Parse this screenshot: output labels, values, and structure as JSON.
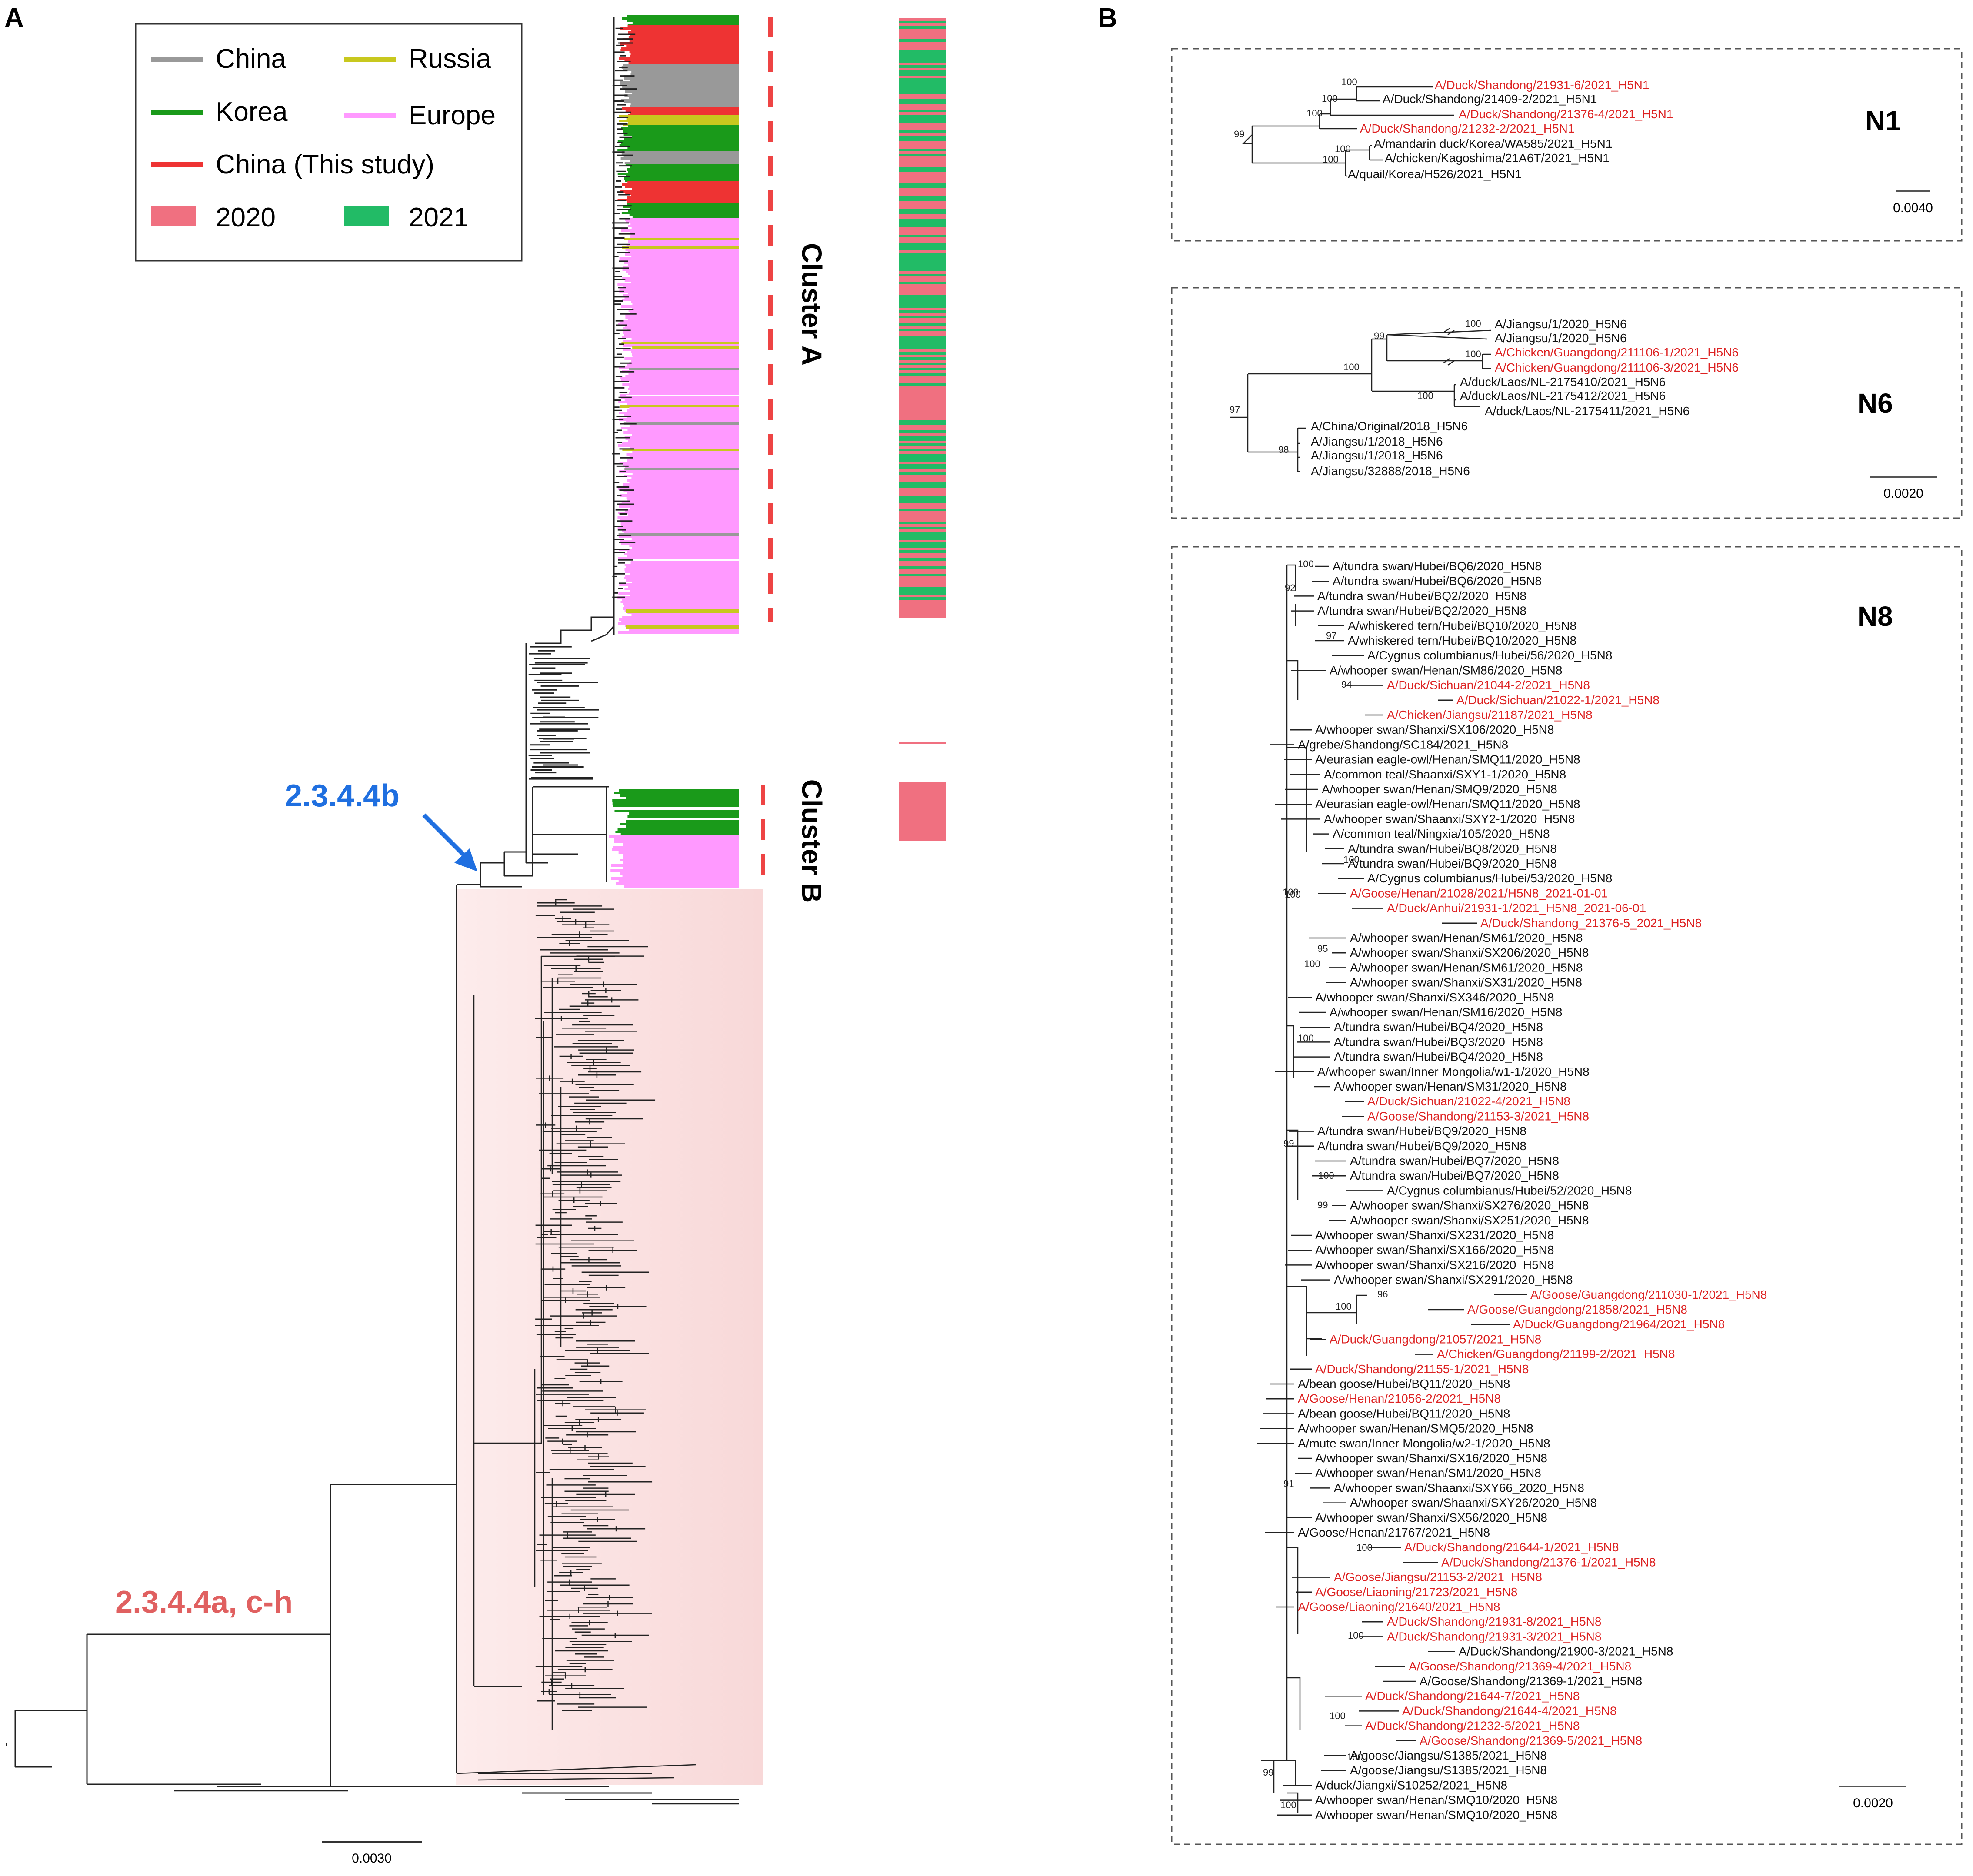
{
  "panel_a": {
    "letter": "A",
    "legend": {
      "items": [
        {
          "label": "China",
          "color": "#999999",
          "kind": "line"
        },
        {
          "label": "Russia",
          "color": "#c8c81e",
          "kind": "line"
        },
        {
          "label": "Korea",
          "color": "#1a9a1a",
          "kind": "line"
        },
        {
          "label": "Europe",
          "color": "#ff99ff",
          "kind": "line"
        },
        {
          "label": "China (This study)",
          "color": "#ee3333",
          "kind": "line"
        },
        {
          "label": "2020",
          "color": "#f07080",
          "kind": "box"
        },
        {
          "label": "2021",
          "color": "#22bb66",
          "kind": "box"
        }
      ]
    },
    "cluster_a_label": "Cluster A",
    "cluster_b_label": "Cluster B",
    "clade_b_label": "2.3.4.4b",
    "clade_b_color": "#1f6fe0",
    "clade_other_label": "2.3.4.4a, c-h",
    "clade_other_color": "#e06060",
    "scale_label": "0.0030"
  },
  "panel_b": {
    "letter": "B",
    "red": "#dd2222",
    "n1": {
      "title": "N1",
      "scale_label": "0.0040",
      "taxa": [
        {
          "name": "A/Duck/Shandong/21931-6/2021_H5N1",
          "red": true
        },
        {
          "name": "A/Duck/Shandong/21409-2/2021_H5N1",
          "red": false
        },
        {
          "name": "A/Duck/Shandong/21376-4/2021_H5N1",
          "red": true
        },
        {
          "name": "A/Duck/Shandong/21232-2/2021_H5N1",
          "red": true
        },
        {
          "name": "A/mandarin duck/Korea/WA585/2021_H5N1",
          "red": false
        },
        {
          "name": "A/chicken/Kagoshima/21A6T/2021_H5N1",
          "red": false
        },
        {
          "name": "A/quail/Korea/H526/2021_H5N1",
          "red": false
        }
      ],
      "bootstraps": [
        "100",
        "100",
        "100",
        "99",
        "100",
        "100"
      ]
    },
    "n6": {
      "title": "N6",
      "scale_label": "0.0020",
      "taxa": [
        {
          "name": "A/Jiangsu/1/2020_H5N6",
          "red": false
        },
        {
          "name": "A/Jiangsu/1/2020_H5N6",
          "red": false
        },
        {
          "name": "A/Chicken/Guangdong/211106-1/2021_H5N6",
          "red": true
        },
        {
          "name": "A/Chicken/Guangdong/211106-3/2021_H5N6",
          "red": true
        },
        {
          "name": "A/duck/Laos/NL-2175410/2021_H5N6",
          "red": false
        },
        {
          "name": "A/duck/Laos/NL-2175412/2021_H5N6",
          "red": false
        },
        {
          "name": "A/duck/Laos/NL-2175411/2021_H5N6",
          "red": false
        },
        {
          "name": "A/China/Original/2018_H5N6",
          "red": false
        },
        {
          "name": "A/Jiangsu/1/2018_H5N6",
          "red": false
        },
        {
          "name": "A/Jiangsu/1/2018_H5N6",
          "red": false
        },
        {
          "name": "A/Jiangsu/32888/2018_H5N6",
          "red": false
        }
      ],
      "bootstraps": [
        "100",
        "99",
        "100",
        "100",
        "100",
        "97",
        "98"
      ]
    },
    "n8": {
      "title": "N8",
      "scale_label": "0.0020",
      "taxa": [
        {
          "name": "A/tundra swan/Hubei/BQ6/2020_H5N8",
          "red": false
        },
        {
          "name": "A/tundra swan/Hubei/BQ6/2020_H5N8",
          "red": false
        },
        {
          "name": "A/tundra swan/Hubei/BQ2/2020_H5N8",
          "red": false
        },
        {
          "name": "A/tundra swan/Hubei/BQ2/2020_H5N8",
          "red": false
        },
        {
          "name": "A/whiskered tern/Hubei/BQ10/2020_H5N8",
          "red": false
        },
        {
          "name": "A/whiskered tern/Hubei/BQ10/2020_H5N8",
          "red": false
        },
        {
          "name": "A/Cygnus columbianus/Hubei/56/2020_H5N8",
          "red": false
        },
        {
          "name": "A/whooper swan/Henan/SM86/2020_H5N8",
          "red": false
        },
        {
          "name": "A/Duck/Sichuan/21044-2/2021_H5N8",
          "red": true
        },
        {
          "name": "A/Duck/Sichuan/21022-1/2021_H5N8",
          "red": true
        },
        {
          "name": "A/Chicken/Jiangsu/21187/2021_H5N8",
          "red": true
        },
        {
          "name": "A/whooper swan/Shanxi/SX106/2020_H5N8",
          "red": false
        },
        {
          "name": "A/grebe/Shandong/SC184/2021_H5N8",
          "red": false
        },
        {
          "name": "A/eurasian eagle-owl/Henan/SMQ11/2020_H5N8",
          "red": false
        },
        {
          "name": "A/common teal/Shaanxi/SXY1-1/2020_H5N8",
          "red": false
        },
        {
          "name": "A/whooper swan/Henan/SMQ9/2020_H5N8",
          "red": false
        },
        {
          "name": "A/eurasian eagle-owl/Henan/SMQ11/2020_H5N8",
          "red": false
        },
        {
          "name": "A/whooper swan/Shaanxi/SXY2-1/2020_H5N8",
          "red": false
        },
        {
          "name": "A/common teal/Ningxia/105/2020_H5N8",
          "red": false
        },
        {
          "name": "A/tundra swan/Hubei/BQ8/2020_H5N8",
          "red": false
        },
        {
          "name": "A/tundra swan/Hubei/BQ9/2020_H5N8",
          "red": false
        },
        {
          "name": "A/Cygnus columbianus/Hubei/53/2020_H5N8",
          "red": false
        },
        {
          "name": "A/Goose/Henan/21028/2021/H5N8_2021-01-01",
          "red": true
        },
        {
          "name": "A/Duck/Anhui/21931-1/2021_H5N8_2021-06-01",
          "red": true
        },
        {
          "name": "A/Duck/Shandong_21376-5_2021_H5N8",
          "red": true
        },
        {
          "name": "A/whooper swan/Henan/SM61/2020_H5N8",
          "red": false
        },
        {
          "name": "A/whooper swan/Shanxi/SX206/2020_H5N8",
          "red": false
        },
        {
          "name": "A/whooper swan/Henan/SM61/2020_H5N8",
          "red": false
        },
        {
          "name": "A/whooper swan/Shanxi/SX31/2020_H5N8",
          "red": false
        },
        {
          "name": "A/whooper swan/Shanxi/SX346/2020_H5N8",
          "red": false
        },
        {
          "name": "A/whooper swan/Henan/SM16/2020_H5N8",
          "red": false
        },
        {
          "name": "A/tundra swan/Hubei/BQ4/2020_H5N8",
          "red": false
        },
        {
          "name": "A/tundra swan/Hubei/BQ3/2020_H5N8",
          "red": false
        },
        {
          "name": "A/tundra swan/Hubei/BQ4/2020_H5N8",
          "red": false
        },
        {
          "name": "A/whooper swan/Inner Mongolia/w1-1/2020_H5N8",
          "red": false
        },
        {
          "name": "A/whooper swan/Henan/SM31/2020_H5N8",
          "red": false
        },
        {
          "name": "A/Duck/Sichuan/21022-4/2021_H5N8",
          "red": true
        },
        {
          "name": "A/Goose/Shandong/21153-3/2021_H5N8",
          "red": true
        },
        {
          "name": "A/tundra swan/Hubei/BQ9/2020_H5N8",
          "red": false
        },
        {
          "name": "A/tundra swan/Hubei/BQ9/2020_H5N8",
          "red": false
        },
        {
          "name": "A/tundra swan/Hubei/BQ7/2020_H5N8",
          "red": false
        },
        {
          "name": "A/tundra swan/Hubei/BQ7/2020_H5N8",
          "red": false
        },
        {
          "name": "A/Cygnus columbianus/Hubei/52/2020_H5N8",
          "red": false
        },
        {
          "name": "A/whooper swan/Shanxi/SX276/2020_H5N8",
          "red": false
        },
        {
          "name": "A/whooper swan/Shanxi/SX251/2020_H5N8",
          "red": false
        },
        {
          "name": "A/whooper swan/Shanxi/SX231/2020_H5N8",
          "red": false
        },
        {
          "name": "A/whooper swan/Shanxi/SX166/2020_H5N8",
          "red": false
        },
        {
          "name": "A/whooper swan/Shanxi/SX216/2020_H5N8",
          "red": false
        },
        {
          "name": "A/whooper swan/Shanxi/SX291/2020_H5N8",
          "red": false
        },
        {
          "name": "A/Goose/Guangdong/211030-1/2021_H5N8",
          "red": true
        },
        {
          "name": "A/Goose/Guangdong/21858/2021_H5N8",
          "red": true
        },
        {
          "name": "A/Duck/Guangdong/21964/2021_H5N8",
          "red": true
        },
        {
          "name": "A/Duck/Guangdong/21057/2021_H5N8",
          "red": true
        },
        {
          "name": "A/Chicken/Guangdong/21199-2/2021_H5N8",
          "red": true
        },
        {
          "name": "A/Duck/Shandong/21155-1/2021_H5N8",
          "red": true
        },
        {
          "name": "A/bean goose/Hubei/BQ11/2020_H5N8",
          "red": false
        },
        {
          "name": "A/Goose/Henan/21056-2/2021_H5N8",
          "red": true
        },
        {
          "name": "A/bean goose/Hubei/BQ11/2020_H5N8",
          "red": false
        },
        {
          "name": "A/whooper swan/Henan/SMQ5/2020_H5N8",
          "red": false
        },
        {
          "name": "A/mute swan/Inner Mongolia/w2-1/2020_H5N8",
          "red": false
        },
        {
          "name": "A/whooper swan/Shanxi/SX16/2020_H5N8",
          "red": false
        },
        {
          "name": "A/whooper swan/Henan/SM1/2020_H5N8",
          "red": false
        },
        {
          "name": "A/whooper swan/Shaanxi/SXY66_2020_H5N8",
          "red": false
        },
        {
          "name": "A/whooper swan/Shaanxi/SXY26/2020_H5N8",
          "red": false
        },
        {
          "name": "A/whooper swan/Shanxi/SX56/2020_H5N8",
          "red": false
        },
        {
          "name": "A/Goose/Henan/21767/2021_H5N8",
          "red": false
        },
        {
          "name": "A/Duck/Shandong/21644-1/2021_H5N8",
          "red": true
        },
        {
          "name": "A/Duck/Shandong/21376-1/2021_H5N8",
          "red": true
        },
        {
          "name": "A/Goose/Jiangsu/21153-2/2021_H5N8",
          "red": true
        },
        {
          "name": "A/Goose/Liaoning/21723/2021_H5N8",
          "red": true
        },
        {
          "name": "A/Goose/Liaoning/21640/2021_H5N8",
          "red": true
        },
        {
          "name": "A/Duck/Shandong/21931-8/2021_H5N8",
          "red": true
        },
        {
          "name": "A/Duck/Shandong/21931-3/2021_H5N8",
          "red": true
        },
        {
          "name": "A/Duck/Shandong/21900-3/2021_H5N8",
          "red": false
        },
        {
          "name": "A/Goose/Shandong/21369-4/2021_H5N8",
          "red": true
        },
        {
          "name": "A/Goose/Shandong/21369-1/2021_H5N8",
          "red": false
        },
        {
          "name": "A/Duck/Shandong/21644-7/2021_H5N8",
          "red": true
        },
        {
          "name": "A/Duck/Shandong/21644-4/2021_H5N8",
          "red": true
        },
        {
          "name": "A/Duck/Shandong/21232-5/2021_H5N8",
          "red": true
        },
        {
          "name": "A/Goose/Shandong/21369-5/2021_H5N8",
          "red": true
        },
        {
          "name": "A/goose/Jiangsu/S1385/2021_H5N8",
          "red": false
        },
        {
          "name": "A/goose/Jiangsu/S1385/2021_H5N8",
          "red": false
        },
        {
          "name": "A/duck/Jiangxi/S10252/2021_H5N8",
          "red": false
        },
        {
          "name": "A/whooper swan/Henan/SMQ10/2020_H5N8",
          "red": false
        },
        {
          "name": "A/whooper swan/Henan/SMQ10/2020_H5N8",
          "red": false
        }
      ],
      "bootstraps": [
        "100",
        "92",
        "97",
        "94",
        "100",
        "100",
        "100",
        "95",
        "100",
        "100",
        "99",
        "100",
        "99",
        "96",
        "100",
        "91",
        "100",
        "100",
        "100",
        "100",
        "99",
        "100"
      ]
    }
  }
}
